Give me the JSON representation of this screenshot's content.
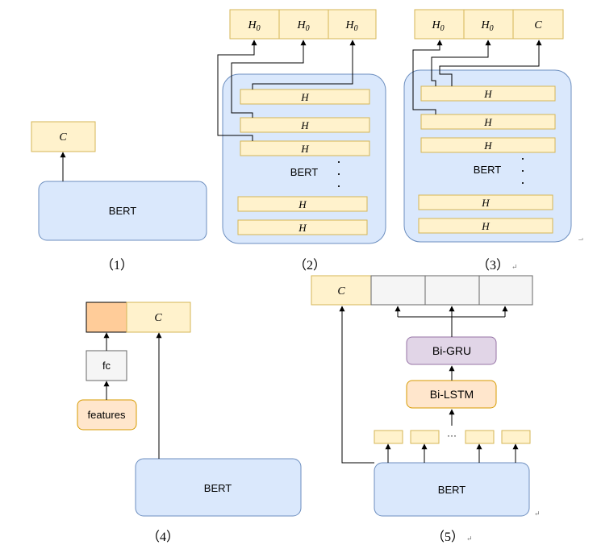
{
  "labels": {
    "bert": "BERT",
    "c": "C",
    "h": "H",
    "h0": "H",
    "h0_sub": "0",
    "dots_v": "·",
    "dots_h": "···",
    "fc": "fc",
    "features": "features",
    "bigru": "Bi-GRU",
    "bilstm": "Bi-LSTM"
  },
  "captions": [
    "（1）",
    "（2）",
    "（3）",
    "（4）",
    "（5）"
  ],
  "marks": {
    "return": "↵",
    "corner": "⌐"
  },
  "colors": {
    "bert_fill": "#dae8fc",
    "bert_stroke": "#6c8ebf",
    "yellow_fill": "#fff2cc",
    "yellow_stroke": "#d6b656",
    "orange_fill": "#ffcc99",
    "peach_fill": "#ffe6cc",
    "peach_stroke": "#d79b00",
    "gray_fill": "#f5f5f5",
    "gray_stroke": "#666666",
    "purple_fill": "#e1d5e7",
    "purple_stroke": "#9673a6"
  }
}
